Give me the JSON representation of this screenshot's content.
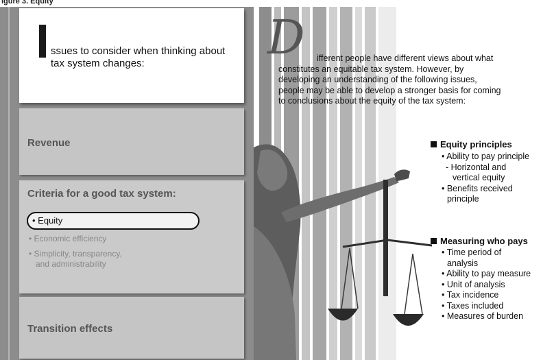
{
  "figure_caption": "igure 3. Equity",
  "intro": {
    "drop_cap": "I",
    "text": "ssues to consider when thinking about tax system changes:"
  },
  "left_sections": {
    "revenue": "Revenue",
    "criteria_title": "Criteria for a good tax system:",
    "criteria_items": [
      "• Equity",
      "• Economic efficiency",
      "• Simplicity, transparency,",
      "and administrability"
    ],
    "transition": "Transition effects"
  },
  "paragraph": {
    "drop_cap": "D",
    "lines": [
      "ifferent people have different views about what",
      "constitutes an equitable tax system. However, by",
      "developing an understanding of the following issues,",
      "people may be able to develop a stronger basis for coming",
      "to conclusions about the equity of the tax system:"
    ]
  },
  "equity_principles": {
    "title": "Equity principles",
    "items": [
      "• Ability to pay principle",
      "- Horizontal and",
      "vertical equity",
      "• Benefits received",
      "principle"
    ]
  },
  "measuring": {
    "title": "Measuring who pays",
    "items": [
      "• Time period of",
      "analysis",
      "• Ability to pay measure",
      "• Unit of analysis",
      "• Tax incidence",
      "• Taxes included",
      "• Measures of burden"
    ]
  }
}
